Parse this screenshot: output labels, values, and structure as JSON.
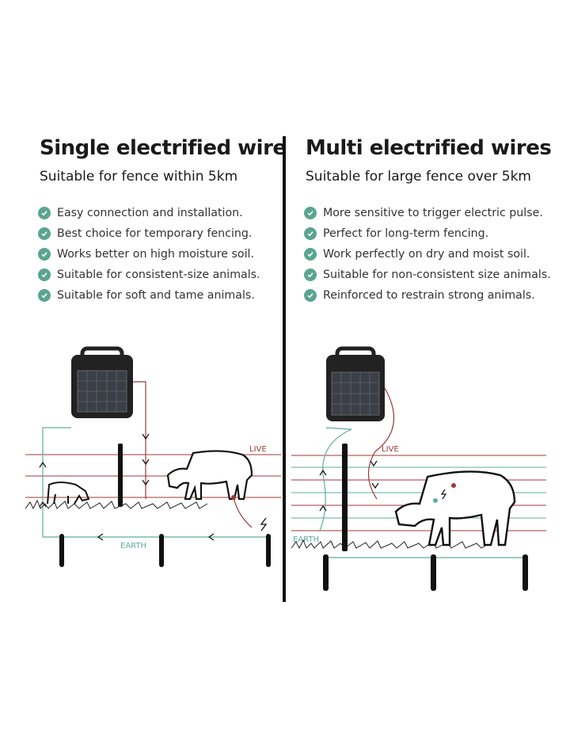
{
  "colors": {
    "live": "#9e3a3a",
    "earth": "#5fae9c",
    "check": "#5aa590",
    "divider": "#111111"
  },
  "left": {
    "title": "Single electrified wire",
    "subtitle": "Suitable for fence within 5km",
    "features": [
      "Easy connection and installation.",
      "Best choice for temporary fencing.",
      "Works better on high moisture soil.",
      "Suitable for consistent-size animals.",
      "Suitable for soft and tame animals."
    ],
    "live_label": "LIVE",
    "earth_label": "EARTH"
  },
  "right": {
    "title": "Multi electrified wires",
    "subtitle": "Suitable for large fence over 5km",
    "features": [
      "More sensitive to trigger electric pulse.",
      "Perfect for long-term fencing.",
      "Work perfectly on dry and moist soil.",
      "Suitable for non-consistent size animals.",
      "Reinforced to restrain strong animals."
    ],
    "live_label": "LIVE",
    "earth_label": "EARTH"
  },
  "icons": [
    "check-icon",
    "solar-energiser-icon",
    "cow-icon",
    "calf-icon",
    "fence-post-icon",
    "ground-stake-icon",
    "spark-icon"
  ]
}
